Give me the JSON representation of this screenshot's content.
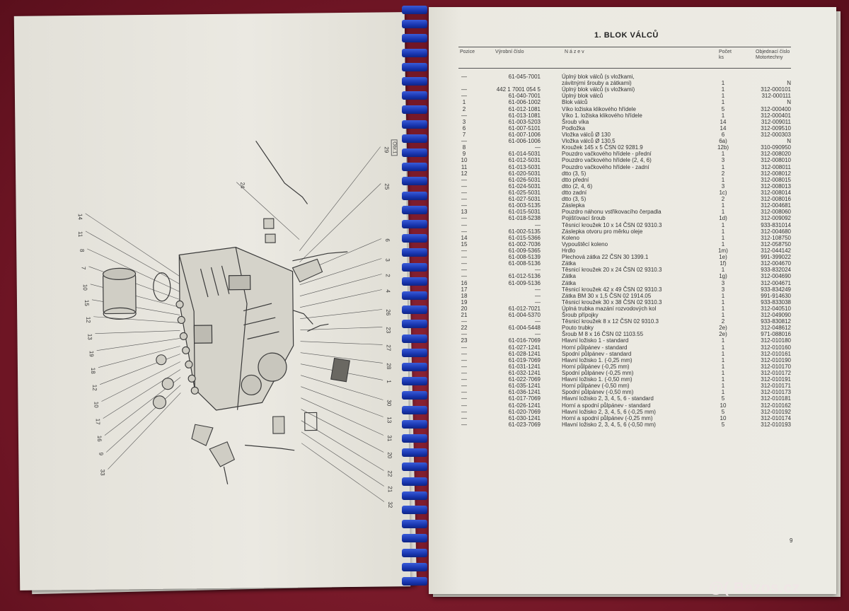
{
  "header": {
    "title": "1. BLOK VÁLCŮ",
    "col_pos": [
      "Pozice"
    ],
    "col_draw": [
      "Výrobní číslo"
    ],
    "col_name": [
      "N á z e v"
    ],
    "col_qty": [
      "Počet",
      "ks"
    ],
    "col_order": [
      "Objednací číslo",
      "Motortechny"
    ]
  },
  "drawing_label": "Obr.1",
  "page_number": "9",
  "watermark": "@( Bazos.cz",
  "callouts": [
    "14",
    "11",
    "8",
    "7",
    "10",
    "15",
    "12",
    "13",
    "19",
    "18",
    "12",
    "10",
    "17",
    "16",
    "9",
    "33",
    "24",
    "29",
    "25",
    "6",
    "3",
    "2",
    "4",
    "26",
    "23",
    "27",
    "28",
    "1",
    "30",
    "13",
    "31",
    "20",
    "22",
    "21",
    "32"
  ],
  "parts": [
    {
      "pos": "—",
      "draw": "61-045-7001",
      "name": "Úplný blok válců (s vložkami,",
      "qty": "",
      "order": ""
    },
    {
      "pos": "",
      "draw": "",
      "name": "závitnými šrouby a zátkami)",
      "qty": "1",
      "order": "N"
    },
    {
      "pos": "—",
      "draw": "442 1 7001 054 5",
      "name": "Úplný blok válců (s vložkami)",
      "qty": "1",
      "order": "312-000101"
    },
    {
      "pos": "—",
      "draw": "61-040-7001",
      "name": "Úplný blok válců",
      "qty": "1",
      "order": "312-000111"
    },
    {
      "pos": "1",
      "draw": "61-006-1002",
      "name": "Blok válců",
      "qty": "1",
      "order": "N"
    },
    {
      "pos": "2",
      "draw": "61-012-1081",
      "name": "Víko ložiska klikového hřídele",
      "qty": "5",
      "order": "312-000400"
    },
    {
      "pos": "—",
      "draw": "61-013-1081",
      "name": "Víko 1. ložiska klikového hřídele",
      "qty": "1",
      "order": "312-000401"
    },
    {
      "pos": "3",
      "draw": "61-003-5203",
      "name": "Šroub víka",
      "qty": "14",
      "order": "312-009011"
    },
    {
      "pos": "6",
      "draw": "61-007-5101",
      "name": "Podložka",
      "qty": "14",
      "order": "312-009510"
    },
    {
      "pos": "7",
      "draw": "61-007-1006",
      "name": "Vložka válců Ø 130",
      "qty": "6",
      "order": "312-000303"
    },
    {
      "pos": "—",
      "draw": "61-006-1006",
      "name": "Vložka válců Ø 130,5",
      "qty": "6a)",
      "order": "N"
    },
    {
      "pos": "8",
      "draw": "—",
      "name": "Kroužek 145 x 5 ČSN 02 9281.9",
      "qty": "12b)",
      "order": "310-090950"
    },
    {
      "pos": "9",
      "draw": "61-014-5031",
      "name": "Pouzdro vačkového hřídele - přední",
      "qty": "1",
      "order": "312-008020"
    },
    {
      "pos": "10",
      "draw": "61-012-5031",
      "name": "Pouzdro vačkového hřídele (2, 4, 6)",
      "qty": "3",
      "order": "312-008010"
    },
    {
      "pos": "11",
      "draw": "61-013-5031",
      "name": "Pouzdro vačkového hřídele - zadní",
      "qty": "1",
      "order": "312-008011"
    },
    {
      "pos": "12",
      "draw": "61-020-5031",
      "name": "dtto                    (3, 5)",
      "qty": "2",
      "order": "312-008012"
    },
    {
      "pos": "—",
      "draw": "61-026-5031",
      "name": "dtto                          přední",
      "qty": "1",
      "order": "312-008015"
    },
    {
      "pos": "—",
      "draw": "61-024-5031",
      "name": "dtto                    (2, 4, 6)",
      "qty": "3",
      "order": "312-008013"
    },
    {
      "pos": "—",
      "draw": "61-025-5031",
      "name": "dtto                          zadní",
      "qty": "1c)",
      "order": "312-008014"
    },
    {
      "pos": "—",
      "draw": "61-027-5031",
      "name": "dtto                    (3, 5)",
      "qty": "2",
      "order": "312-008016"
    },
    {
      "pos": "—",
      "draw": "61-003-5135",
      "name": "Záslepka",
      "qty": "1",
      "order": "312-004681"
    },
    {
      "pos": "13",
      "draw": "61-015-5031",
      "name": "Pouzdro náhonu vstřikovacího čerpadla",
      "qty": "1",
      "order": "312-008060"
    },
    {
      "pos": "—",
      "draw": "61-018-5238",
      "name": "Pojišťovací šroub",
      "qty": "1d)",
      "order": "312-009092"
    },
    {
      "pos": "—",
      "draw": "—",
      "name": "Těsnicí kroužek 10 x 14 ČSN 02 9310.3",
      "qty": "1",
      "order": "933-831014"
    },
    {
      "pos": "—",
      "draw": "61-002-5135",
      "name": "Záslepka otvoru pro měrku oleje",
      "qty": "1",
      "order": "312-004680"
    },
    {
      "pos": "14",
      "draw": "61-015-5366",
      "name": "Koleno",
      "qty": "1",
      "order": "312-108750"
    },
    {
      "pos": "15",
      "draw": "61-002-7036",
      "name": "Vypouštěcí koleno",
      "qty": "1",
      "order": "312-058750"
    },
    {
      "pos": "—",
      "draw": "61-009-5365",
      "name": "Hrdlo",
      "qty": "1m)",
      "order": "312-044142"
    },
    {
      "pos": "—",
      "draw": "61-008-5139",
      "name": "Plechová zátka 22 ČSN 30 1399.1",
      "qty": "1e)",
      "order": "991-399022"
    },
    {
      "pos": "—",
      "draw": "61-008-5136",
      "name": "Zátka",
      "qty": "1f)",
      "order": "312-004670"
    },
    {
      "pos": "—",
      "draw": "—",
      "name": "Těsnicí kroužek 20 x 24 ČSN 02 9310.3",
      "qty": "1",
      "order": "933-832024"
    },
    {
      "pos": "—",
      "draw": "61-012-5136",
      "name": "Zátka",
      "qty": "1g)",
      "order": "312-004690"
    },
    {
      "pos": "16",
      "draw": "61-009-5136",
      "name": "Zátka",
      "qty": "3",
      "order": "312-004671"
    },
    {
      "pos": "17",
      "draw": "—",
      "name": "Těsnicí kroužek 42 x 49 ČSN 02 9310.3",
      "qty": "3",
      "order": "933-834249"
    },
    {
      "pos": "18",
      "draw": "—",
      "name": "Zátka BM 30 x 1,5 ČSN 02 1914.05",
      "qty": "1",
      "order": "991-914630"
    },
    {
      "pos": "19",
      "draw": "—",
      "name": "Těsnicí kroužek 30 x 38 ČSN 02 9310.3",
      "qty": "1",
      "order": "933-833038"
    },
    {
      "pos": "20",
      "draw": "61-012-7021",
      "name": "Úplná trubka mazání rozvodových kol",
      "qty": "1",
      "order": "312-040510"
    },
    {
      "pos": "21",
      "draw": "61-004-5370",
      "name": "Šroub přípojky",
      "qty": "1",
      "order": "312-049090"
    },
    {
      "pos": "—",
      "draw": "—",
      "name": "Těsnicí kroužek 8 x 12 ČSN 02 9310.3",
      "qty": "2",
      "order": "933-830812"
    },
    {
      "pos": "22",
      "draw": "61-004-5448",
      "name": "Pouto trubky",
      "qty": "2e)",
      "order": "312-048612"
    },
    {
      "pos": "—",
      "draw": "—",
      "name": "Šroub M 8 x 16 ČSN 02 1103.55",
      "qty": "2e)",
      "order": "971-088016"
    },
    {
      "pos": "23",
      "draw": "61-016-7069",
      "name": "Hlavní ložisko 1 - standard",
      "qty": "1",
      "order": "312-010180"
    },
    {
      "pos": "—",
      "draw": "61-027-1241",
      "name": "Horní půlpánev - standard",
      "qty": "1",
      "order": "312-010160"
    },
    {
      "pos": "—",
      "draw": "61-028-1241",
      "name": "Spodní půlpánev - standard",
      "qty": "1",
      "order": "312-010161"
    },
    {
      "pos": "—",
      "draw": "61-019-7069",
      "name": "Hlavní ložisko 1. (-0,25 mm)",
      "qty": "1",
      "order": "312-010190"
    },
    {
      "pos": "—",
      "draw": "61-031-1241",
      "name": "Horní půlpánev (-0,25 mm)",
      "qty": "1",
      "order": "312-010170"
    },
    {
      "pos": "—",
      "draw": "61-032-1241",
      "name": "Spodní půlpánev (-0,25 mm)",
      "qty": "1",
      "order": "312-010172"
    },
    {
      "pos": "—",
      "draw": "61-022-7069",
      "name": "Hlavní ložisko 1. (-0,50 mm)",
      "qty": "1",
      "order": "312-010191"
    },
    {
      "pos": "—",
      "draw": "61-035-1241",
      "name": "Horní půlpánev (-0,50 mm)",
      "qty": "1",
      "order": "312-010171"
    },
    {
      "pos": "—",
      "draw": "61-036-1241",
      "name": "Spodní půlpánev (-0,50 mm)",
      "qty": "1",
      "order": "312-010173"
    },
    {
      "pos": "—",
      "draw": "61-017-7069",
      "name": "Hlavní ložisko 2, 3, 4, 5, 6 - standard",
      "qty": "5",
      "order": "312-010181"
    },
    {
      "pos": "—",
      "draw": "61-026-1241",
      "name": "Horní a spodní půlpánev - standard",
      "qty": "10",
      "order": "312-010162"
    },
    {
      "pos": "—",
      "draw": "61-020-7069",
      "name": "Hlavní ložisko 2, 3, 4, 5, 6 (-0,25 mm)",
      "qty": "5",
      "order": "312-010192"
    },
    {
      "pos": "—",
      "draw": "61-030-1241",
      "name": "Horní a spodní půlpánev (-0,25 mm)",
      "qty": "10",
      "order": "312-010174"
    },
    {
      "pos": "—",
      "draw": "61-023-7069",
      "name": "Hlavní ložisko 2, 3, 4, 5, 6 (-0,50 mm)",
      "qty": "5",
      "order": "312-010193"
    }
  ]
}
